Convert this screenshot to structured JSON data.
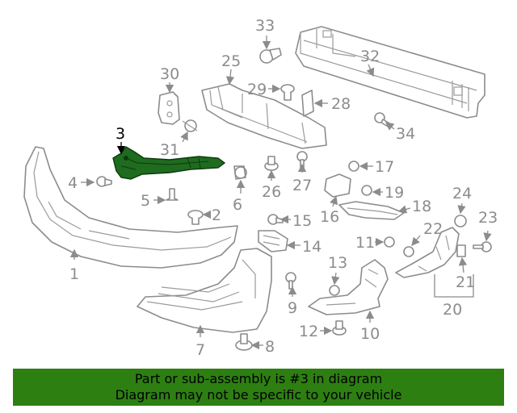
{
  "diagram": {
    "highlighted_part": "3",
    "callouts": [
      "1",
      "2",
      "3",
      "4",
      "5",
      "6",
      "7",
      "8",
      "9",
      "10",
      "11",
      "12",
      "13",
      "14",
      "15",
      "16",
      "17",
      "18",
      "19",
      "20",
      "21",
      "22",
      "23",
      "24",
      "25",
      "26",
      "27",
      "28",
      "29",
      "30",
      "31",
      "32",
      "33",
      "34"
    ]
  },
  "banner": {
    "line1": "Part or sub-assembly is #3 in diagram",
    "line2": "Diagram may not be specific to your vehicle",
    "background": "#2d7f12"
  },
  "colors": {
    "highlight": "#1f6b1f",
    "linework": "#8c8c8c"
  }
}
